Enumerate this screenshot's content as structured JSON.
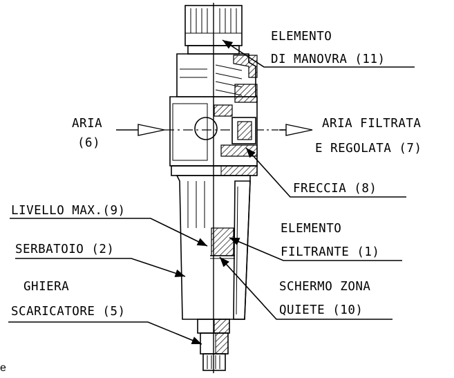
{
  "diagram": {
    "labels": {
      "elemento_manovra_line1": "ELEMENTO",
      "elemento_manovra_line2": "DI MANOVRA (11)",
      "aria_line1": "ARIA",
      "aria_line2": "(6)",
      "aria_filtrata_line1": "ARIA FILTRATA",
      "aria_filtrata_line2": "E REGOLATA (7)",
      "freccia": "FRECCIA (8)",
      "livello_max": "LIVELLO MAX.(9)",
      "elemento_filtrante_line1": "ELEMENTO",
      "elemento_filtrante_line2": "FILTRANTE (1)",
      "serbatoio": "SERBATOIO (2)",
      "schermo_line1": "SCHERMO ZONA",
      "schermo_line2": "QUIETE (10)",
      "ghiera_line1": "GHIERA",
      "ghiera_line2": "SCARICATORE (5)",
      "corner_mark": "e"
    }
  }
}
